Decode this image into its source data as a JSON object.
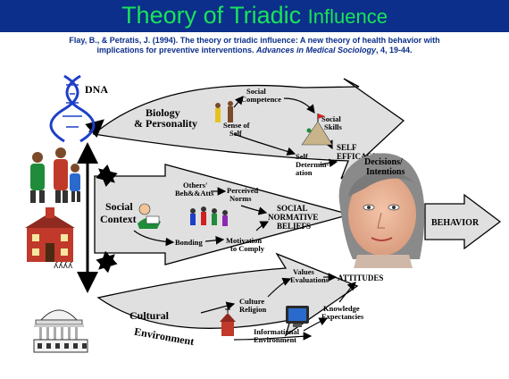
{
  "title": {
    "main": "Theory of Triadic ",
    "end": "Influence"
  },
  "citation": {
    "line1": "Flay, B., & Petratis, J. (1994). The theory or triadic influence: A new theory of health behavior with",
    "line2_pre": "implications for preventive interventions. ",
    "journal": "Advances in Medical Sociology",
    "line2_post": ", 4, 19-44."
  },
  "diagram": {
    "dna": "DNA",
    "biology": [
      "Biology",
      "& Personality"
    ],
    "social_competence": [
      "Social",
      "Competence"
    ],
    "sense_of_self": [
      "Sense of",
      "Self"
    ],
    "social_skills": [
      "Social",
      "Skills"
    ],
    "self_determination": [
      "Self",
      "Determin-",
      "ation"
    ],
    "self_efficacy": [
      "SELF",
      "EFFICACY"
    ],
    "social_context": [
      "Social",
      "Context"
    ],
    "others": [
      "Others'",
      "Beh&&Atts"
    ],
    "perceived_norms": [
      "Perceived",
      "Norms"
    ],
    "bonding": "Bonding",
    "motivation": [
      "Motivation",
      "to Comply"
    ],
    "social_normative": [
      "SOCIAL",
      "NORMATIVE",
      "BELIEFS"
    ],
    "decisions": [
      "Decisions/",
      "Intentions"
    ],
    "behavior": "BEHAVIOR",
    "values": [
      "Values",
      "Evaluations"
    ],
    "attitudes": "ATTITUDES",
    "cultural": "Cultural",
    "environment": "Environment",
    "culture_religion": [
      "Culture",
      "Religion"
    ],
    "knowledge": [
      "Knowledge",
      "Expectancies"
    ],
    "informational": [
      "Informational",
      "Environment"
    ]
  },
  "colors": {
    "title_bg": "#0b2f8a",
    "title_text": "#19e35a",
    "citation": "#0b2f8a",
    "arrow_fill": "#e0e0e0"
  }
}
